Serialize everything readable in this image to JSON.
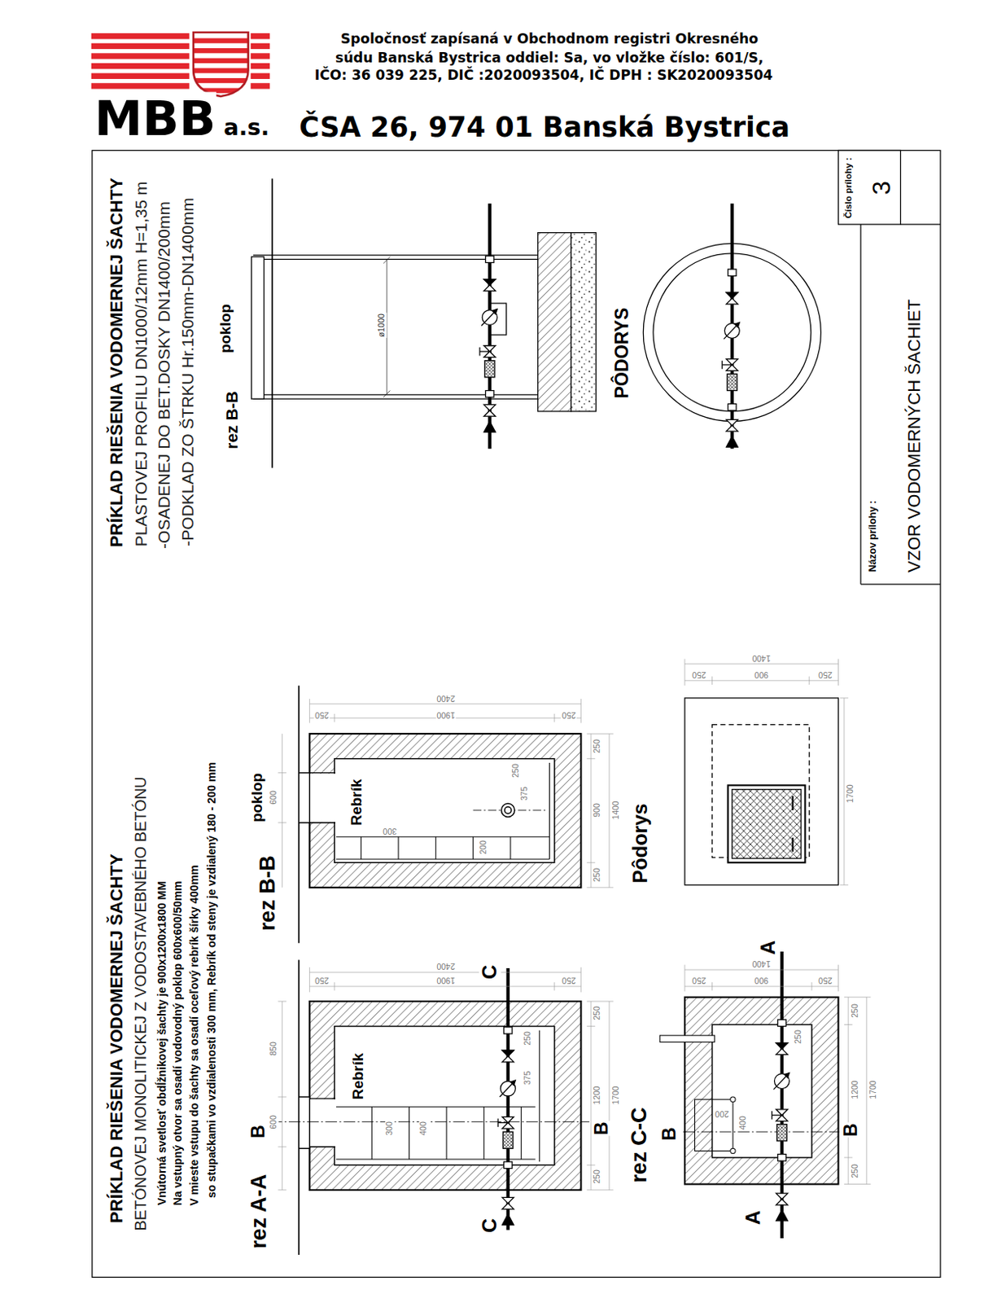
{
  "diagram": {
    "nodes": [
      {
        "text": [
          "Číslo prílohy :",
          "3"
        ]
      },
      {
        "text": [
          "Názov prílohy :",
          "VZOR VODOMERNÝCH ŠACHIET"
        ]
      }
    ],
    "labels": [
      "MBB",
      "a.s.",
      "Spoločnosť zapísaná v Obchodnom registri Okresného",
      "súdu Banská Bystrica oddiel: Sa, vo vložke číslo: 601/S,",
      "IČO: 36 039 225, DIČ :2020093504, IČ DPH : SK2020093504",
      "ČSA 26, 974 01 Banská Bystrica",
      "PRÍKLAD RIEŠENIA VODOMERNEJ ŠACHTY",
      "PLASTOVEJ PROFILU DN1000/12mm H=1,35 m",
      "-OSADENEJ DO BET.DOSKY DN1400/200mm",
      "-PODKLAD ZO ŠTRKU Hr.150mm-DN1400mm",
      "rez B-B",
      "poklop",
      "ø1000",
      "PÔDORYS",
      "PRÍKLAD RIEŠENIA VODOMERNEJ ŠACHTY",
      "BETÓNOVEJ MONOLITICKEJ Z VODOSTAVEBNÉHO BETÓNU",
      "Vnútorná svetlosť obdĺžnikovej šachty je 900x1200x1800 MM",
      "Na vstupný otvor sa osadí vodovodný poklop 600x600/50mm",
      "V mieste vstupu do šachty sa osadí oceľový rebrík šírky 400mm",
      "so stupačkami vo vzdialenosti 300 mm, Rebrík od steny je vzdialený 180 - 200 mm",
      "rez A-A",
      "B",
      "rez B-B",
      "poklop",
      "Rebrík",
      "Rebrík",
      "C",
      "C",
      "B",
      "rez C-C",
      "Pôdorys",
      "B",
      "B",
      "A",
      "A",
      "2400",
      "250",
      "1900",
      "250",
      "250",
      "1200",
      "250",
      "1700",
      "850",
      "600",
      "250",
      "375",
      "300",
      "400",
      "2400",
      "250",
      "1900",
      "250",
      "250",
      "900",
      "250",
      "1400",
      "600",
      "250",
      "375",
      "300",
      "200",
      "1400",
      "250",
      "900",
      "250",
      "250",
      "1200",
      "250",
      "1700",
      "250",
      "200",
      "400",
      "1400",
      "250",
      "900",
      "250",
      "1700"
    ]
  }
}
